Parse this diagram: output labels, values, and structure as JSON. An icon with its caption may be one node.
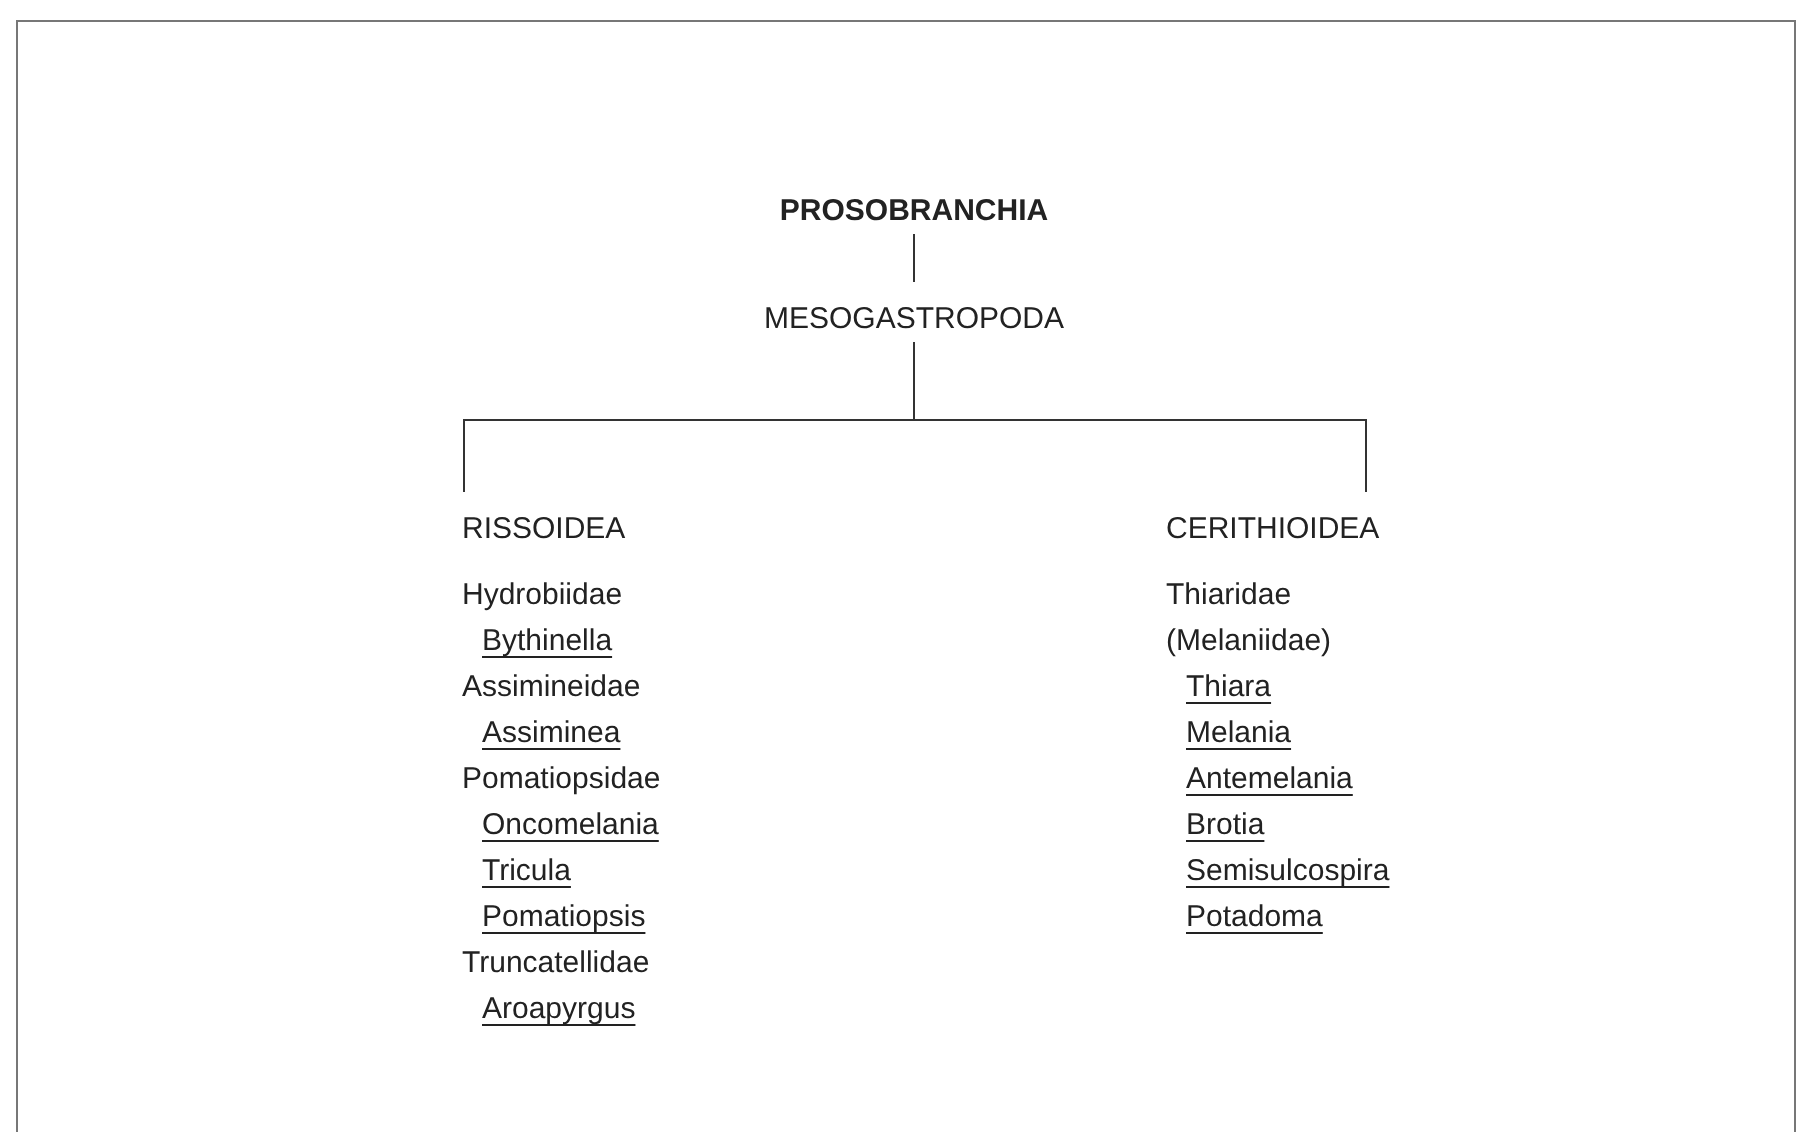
{
  "diagram": {
    "nodes": [
      {
        "text": [
          "PROSOBRANCHIA"
        ]
      },
      {
        "text": [
          "MESOGASTROPODA"
        ]
      },
      {
        "text": [
          "RISSOIDEA",
          "Hydrobiidae",
          "Bythinella",
          "Assimineidae",
          "Assiminea",
          "Pomatiopsidae",
          "Oncomelania",
          "Tricula",
          "Pomatiopsis",
          "Truncatellidae",
          "Aroapyrgus"
        ]
      },
      {
        "text": [
          "CERITHIOIDEA",
          "Thiaridae",
          "(Melaniidae)",
          "Thiara",
          "Melania",
          "Antemelania",
          "Brotia",
          "Semisulcospira",
          "Potadoma"
        ]
      }
    ],
    "edges": [
      {
        "from": 0,
        "to": 1,
        "arrow": "none"
      },
      {
        "from": 1,
        "to": 2,
        "arrow": "none"
      },
      {
        "from": 1,
        "to": 3,
        "arrow": "none"
      }
    ]
  }
}
